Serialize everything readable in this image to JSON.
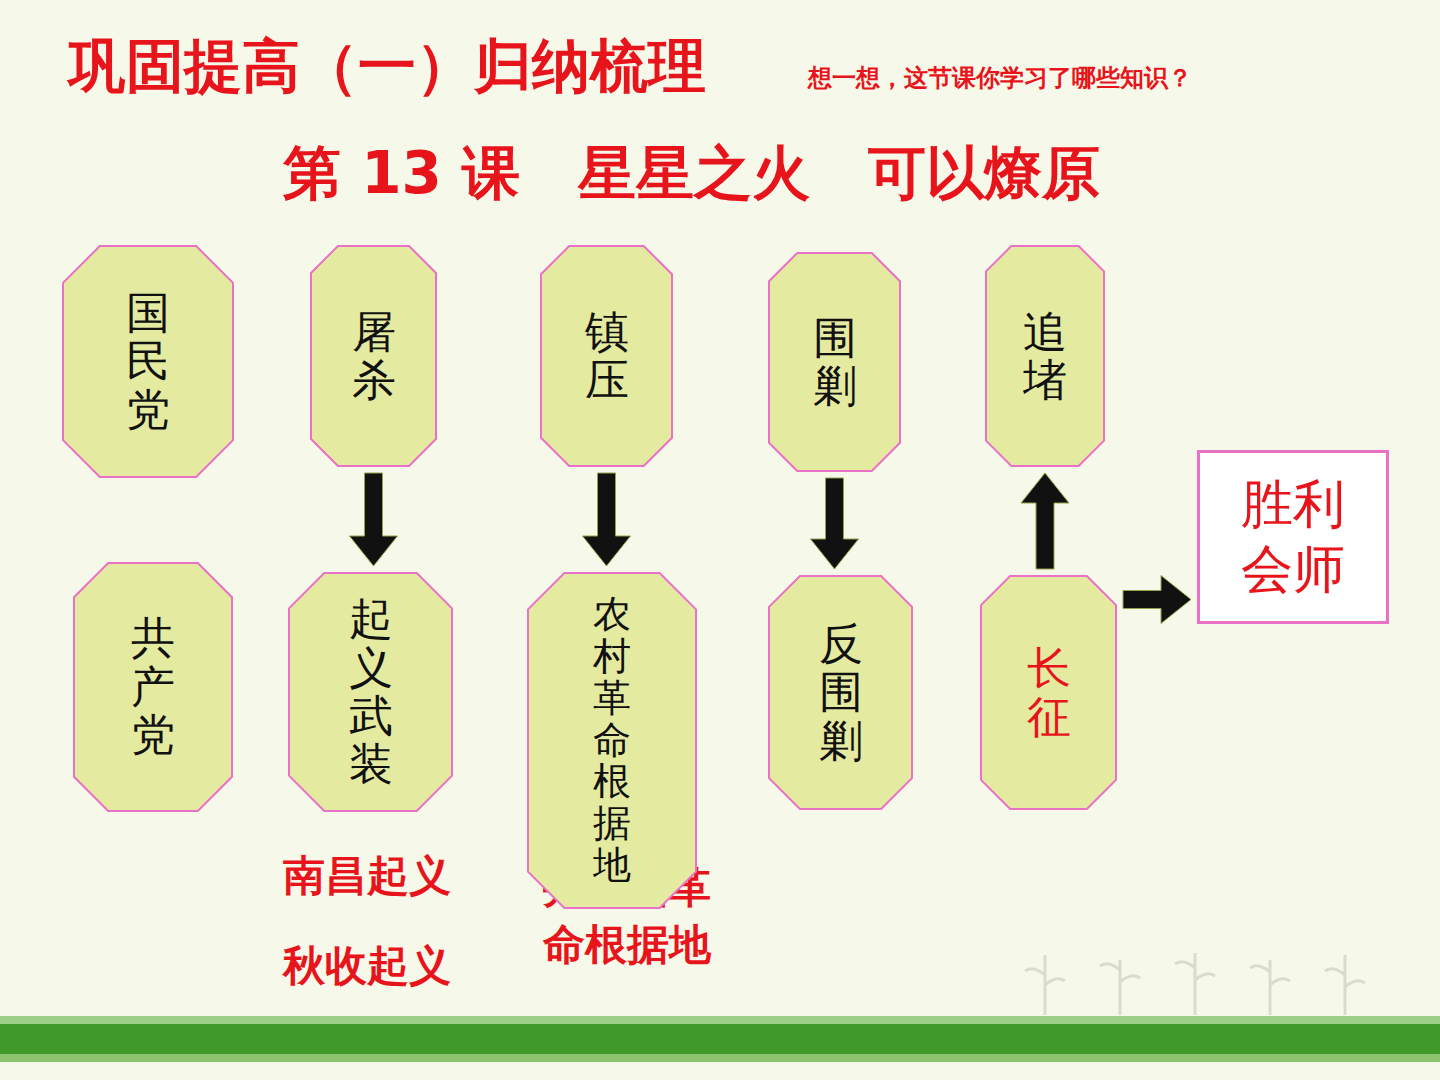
{
  "diagram": {
    "title": "巩固提高（一）归纳梳理",
    "nodes": [
      {
        "text": [
          "国民党"
        ]
      },
      {
        "text": [
          "屠杀"
        ]
      },
      {
        "text": [
          "镇压"
        ]
      },
      {
        "text": [
          "围剿"
        ]
      },
      {
        "text": [
          "追堵"
        ]
      },
      {
        "text": [
          "共产党"
        ]
      },
      {
        "text": [
          "起义武装"
        ]
      },
      {
        "text": [
          "农村革命根据地"
        ]
      },
      {
        "text": [
          "反围剿"
        ]
      },
      {
        "text": [
          "长征"
        ]
      },
      {
        "text": [
          "胜利会师"
        ]
      }
    ],
    "edges": [
      {
        "from": 1,
        "to": 6,
        "arrow": "to"
      },
      {
        "from": 2,
        "to": 7,
        "arrow": "to"
      },
      {
        "from": 3,
        "to": 8,
        "arrow": "to"
      },
      {
        "from": 9,
        "to": 4,
        "arrow": "to"
      },
      {
        "from": 9,
        "to": 10,
        "arrow": "to"
      }
    ],
    "labels": [
      "想一想，这节课你学习了哪些知识？",
      "第 13 课　星星之火　可以燎原",
      "南昌起义",
      "秋收起义",
      "井冈山革命根据地"
    ]
  }
}
